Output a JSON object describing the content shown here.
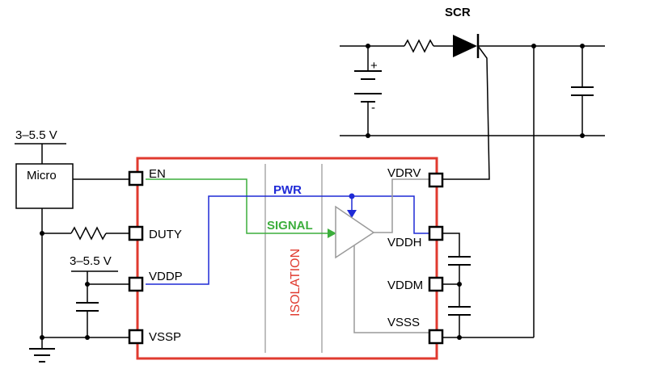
{
  "labels": {
    "scr": "SCR",
    "supply_top": "3–5.5 V",
    "micro": "Micro",
    "supply_vddp": "3–5.5 V",
    "isolation": "ISOLATION",
    "pwr": "PWR",
    "signal": "SIGNAL",
    "battery_plus": "+",
    "battery_minus": "-"
  },
  "pins_left": [
    "EN",
    "DUTY",
    "VDDP",
    "VSSP"
  ],
  "pins_right": [
    "VDRV",
    "VDDH",
    "VDDM",
    "VSSS"
  ],
  "colors": {
    "chip_border": "#e03a2f",
    "isolation_text": "#e03a2f",
    "pwr": "#1f2ad6",
    "signal": "#3cae3c",
    "internal": "#9a9a9a",
    "wire": "#000000"
  },
  "icons": [
    "resistor-icon",
    "diode-icon",
    "battery-icon",
    "capacitor-icon",
    "ground-icon",
    "buffer-icon"
  ]
}
